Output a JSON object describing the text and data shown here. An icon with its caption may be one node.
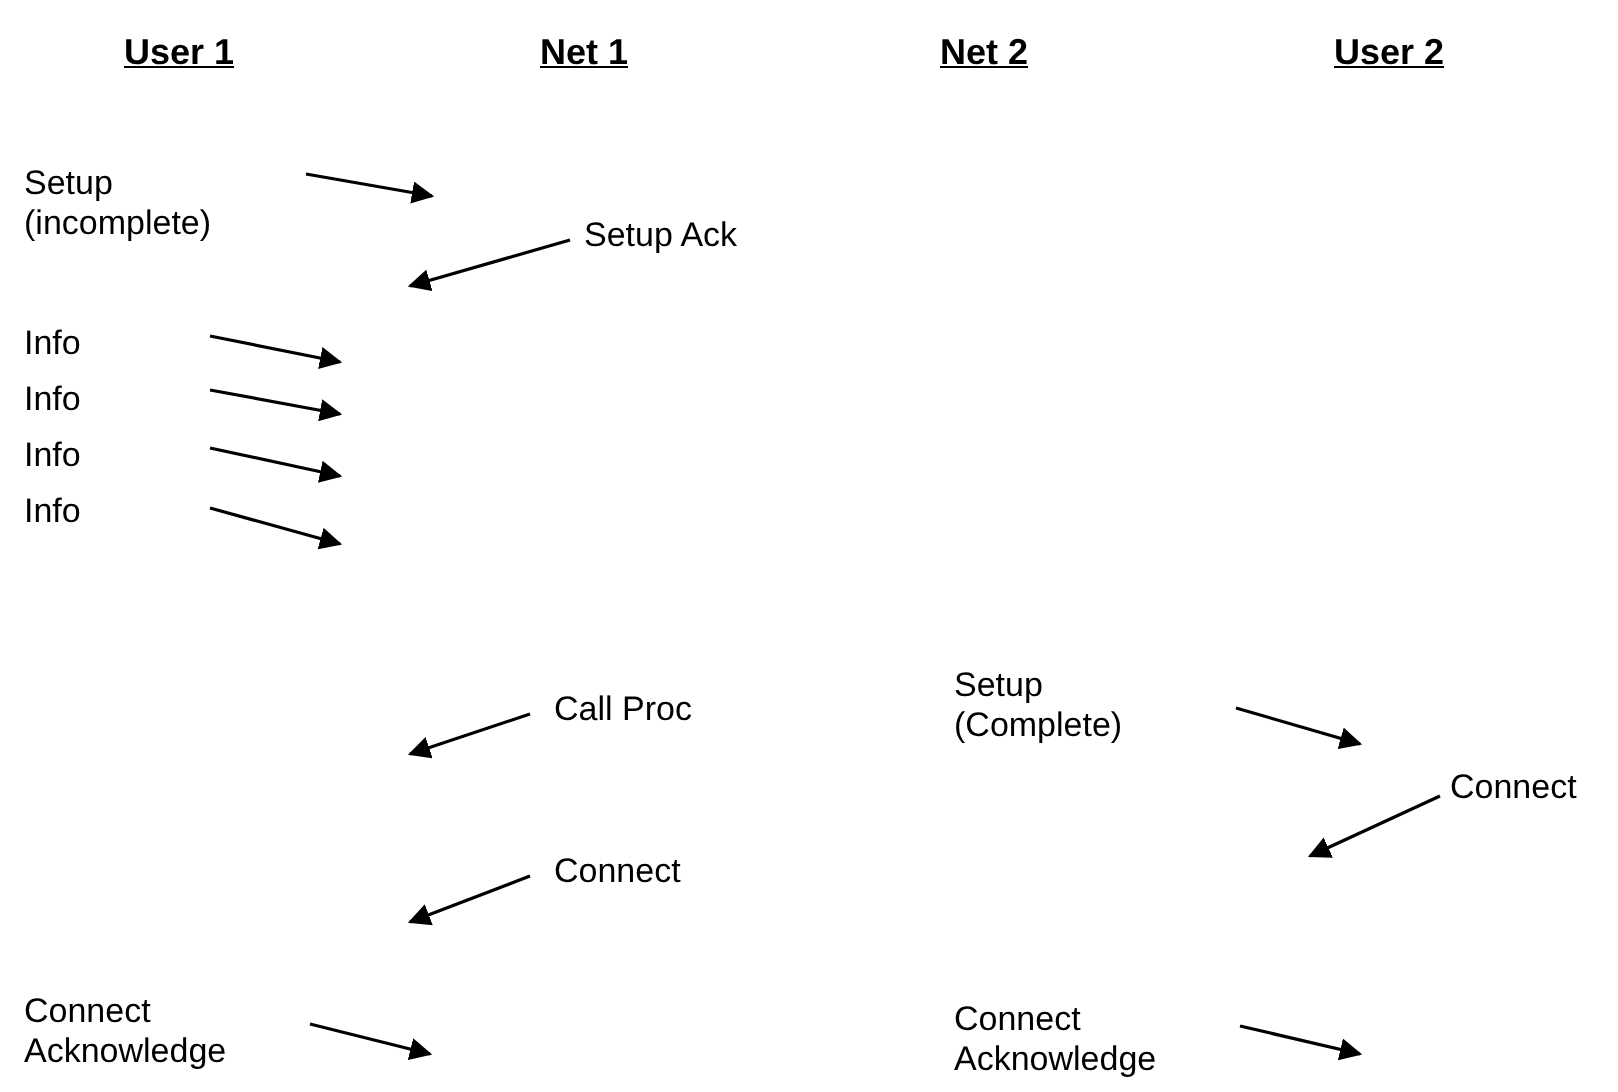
{
  "diagram": {
    "labels": [
      "User 1",
      "Net 1",
      "Net 2",
      "User 2",
      "Setup (incomplete)",
      "Setup Ack",
      "Info",
      "Info",
      "Info",
      "Info",
      "Setup (Complete)",
      "Call Proc",
      "Connect",
      "Connect",
      "Connect Acknowledge",
      "Connect Acknowledge"
    ]
  }
}
